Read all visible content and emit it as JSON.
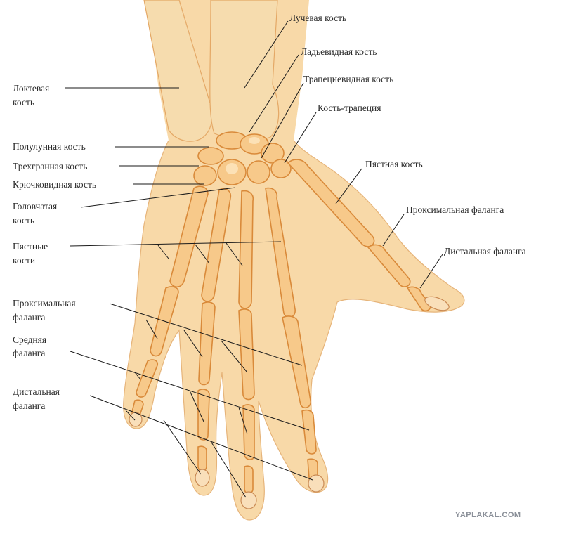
{
  "labels": {
    "radius": "Лучевая кость",
    "scaphoid": "Ладьевидная кость",
    "trapezoid": "Трапециевидная кость",
    "trapezium": "Кость-трапеция",
    "ulna_line1": "Локтевая",
    "ulna_line2": "кость",
    "lunate": "Полулунная кость",
    "triquetrum": "Трехгранная кость",
    "hamate": "Крючковидная кость",
    "capitate_line1": "Головчатая",
    "capitate_line2": "кость",
    "metacarpal_thumb": "Пястная кость",
    "proximal_thumb": "Проксимальная фаланга",
    "distal_thumb": "Дистальная фаланга",
    "metacarpals_line1": "Пястные",
    "metacarpals_line2": "кости",
    "proximal_line1": "Проксимальная",
    "proximal_line2": "фаланга",
    "middle_line1": "Средняя",
    "middle_line2": "фаланга",
    "distal_line1": "Дистальная",
    "distal_line2": "фаланга"
  },
  "watermark": "YAPLAKAL.COM",
  "colors": {
    "skin": "#f8d9a8",
    "bone": "#f7c98a",
    "bone_outline": "#d98a3a",
    "label_text": "#2a2a2a",
    "watermark": "#8b9099"
  }
}
